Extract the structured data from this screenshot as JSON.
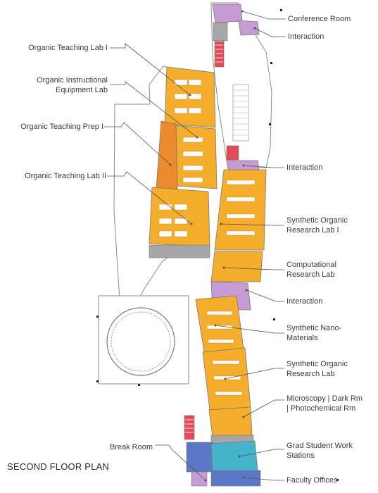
{
  "title": "SECOND FLOOR PLAN",
  "colors": {
    "lab": "#f5ad2c",
    "prep": "#ec8a2e",
    "interaction": "#c79bd6",
    "stair": "#e34a57",
    "service": "#a7a7a7",
    "grad": "#45b3c9",
    "office": "#5a78c6"
  },
  "labels": {
    "conference_room": "Conference Room",
    "interaction_1": "Interaction",
    "organic_teaching_lab_1": "Organic Teaching Lab I",
    "organic_instructional_1": "Organic Instructional",
    "organic_instructional_2": "Equipment Lab",
    "organic_teaching_prep": "Organic Teaching Prep I",
    "organic_teaching_lab_2": "Organic Teaching Lab II",
    "interaction_2": "Interaction",
    "synthetic_organic_1a": "Synthetic Organic",
    "synthetic_organic_1b": "Research Lab I",
    "computational_a": "Computational",
    "computational_b": "Research Lab",
    "interaction_3": "Interaction",
    "synthetic_nano_a": "Synthetic Nano-",
    "synthetic_nano_b": "Materials",
    "synthetic_organic_2a": "Synthetic Organic",
    "synthetic_organic_2b": "Research Lab",
    "microscopy_a": "Microscopy | Dark Rm",
    "microscopy_b": "| Photochemical Rm",
    "grad_a": "Grad Student Work",
    "grad_b": "Stations",
    "faculty_offices": "Faculty Offices",
    "break_room": "Break Room"
  }
}
